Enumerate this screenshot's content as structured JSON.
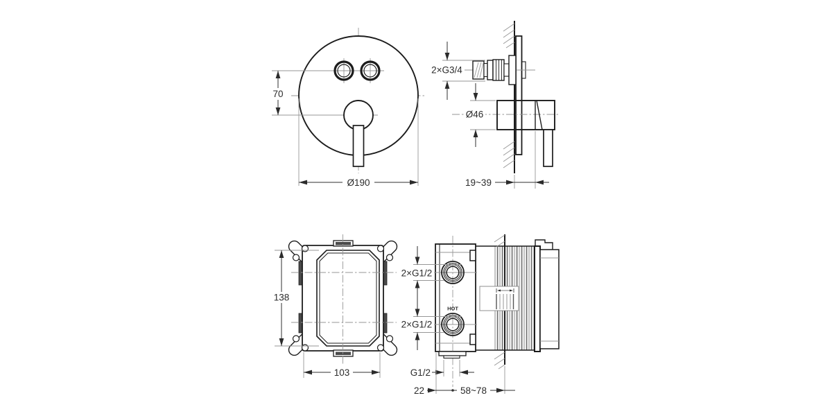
{
  "views": {
    "trim_front": {
      "dim_button_to_handle": "70",
      "dim_plate_diameter": "Ø190"
    },
    "trim_side": {
      "dim_outlet_thread": "2×G3/4",
      "dim_handle_diameter": "Ø46",
      "dim_wall_depth_range": "19~39"
    },
    "box_front": {
      "dim_height": "138",
      "dim_width": "103"
    },
    "box_side": {
      "dim_top_ports": "2×G1/2",
      "dim_bottom_ports": "2×G1/2",
      "hot_marking": "HOT",
      "dim_bottom_outlet": "G1/2",
      "dim_face_to_center": "22",
      "dim_center_to_wall_range": "58~78"
    }
  }
}
